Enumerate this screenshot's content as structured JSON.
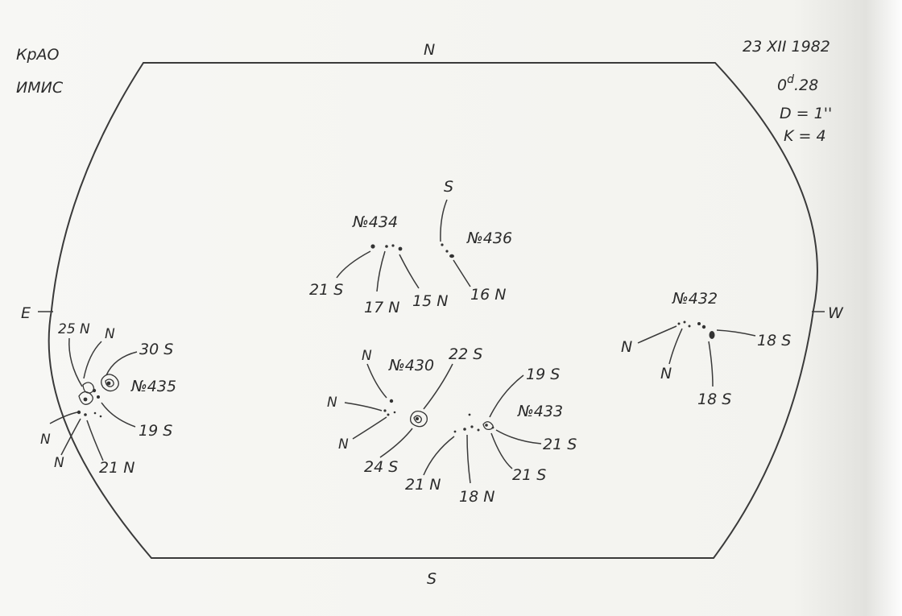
{
  "header": {
    "observatory": "КрАО",
    "instrument": "ИМИС",
    "date": "23 XII 1982",
    "time_prefix": "0",
    "time_sup": "d",
    "time_suffix": ".28",
    "diameter": "D = 1''",
    "k_value": "K = 4"
  },
  "directions": {
    "north": "N",
    "south": "S",
    "east": "E",
    "west": "W"
  },
  "regions": {
    "r434": {
      "name": "№434",
      "labels": [
        "21 S",
        "17 N",
        "15 N"
      ]
    },
    "r436": {
      "name": "№436",
      "labels": [
        "S",
        "16 N"
      ]
    },
    "r432": {
      "name": "№432",
      "labels": [
        "N",
        "N",
        "18 S",
        "18 S"
      ]
    },
    "r435": {
      "name": "№435",
      "labels": [
        "25 N",
        "N",
        "30 S",
        "19 S",
        "N",
        "N",
        "21 N"
      ]
    },
    "r430": {
      "name": "№430",
      "labels": [
        "N",
        "22 S",
        "N",
        "N",
        "24 S"
      ]
    },
    "r433": {
      "name": "№433",
      "labels": [
        "19 S",
        "21 S",
        "21 N",
        "18 N",
        "21 S"
      ]
    }
  },
  "colors": {
    "ink": "#2b2b2b",
    "paper": "#f6f6f3"
  }
}
